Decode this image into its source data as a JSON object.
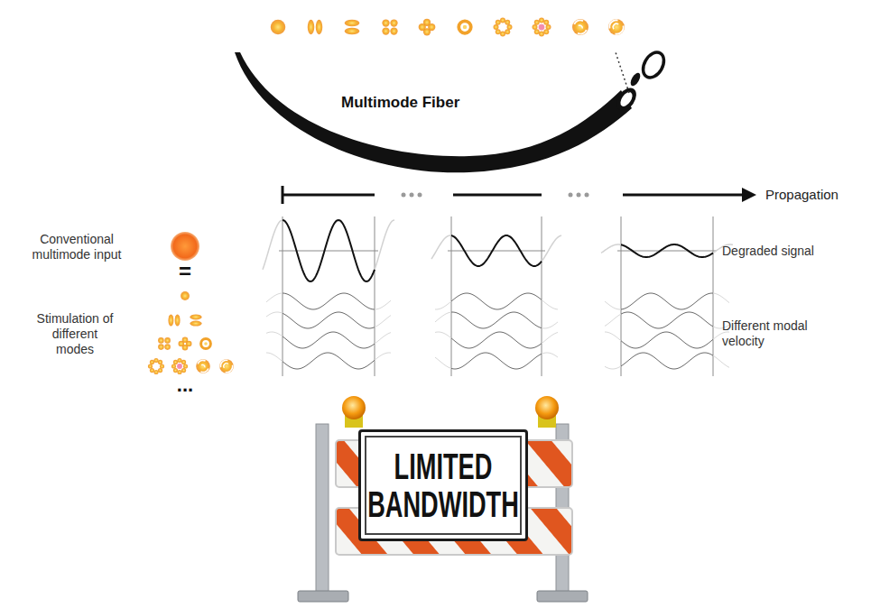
{
  "diagram": {
    "nodes": [
      {
        "text": [
          "LIMITED BANDWIDTH"
        ]
      }
    ],
    "labels": [
      "Multimode Fiber",
      "Propagation",
      "Conventional multimode input",
      "=",
      "Stimulation of different modes",
      "...",
      "Degraded signal",
      "Different modal velocity"
    ]
  }
}
